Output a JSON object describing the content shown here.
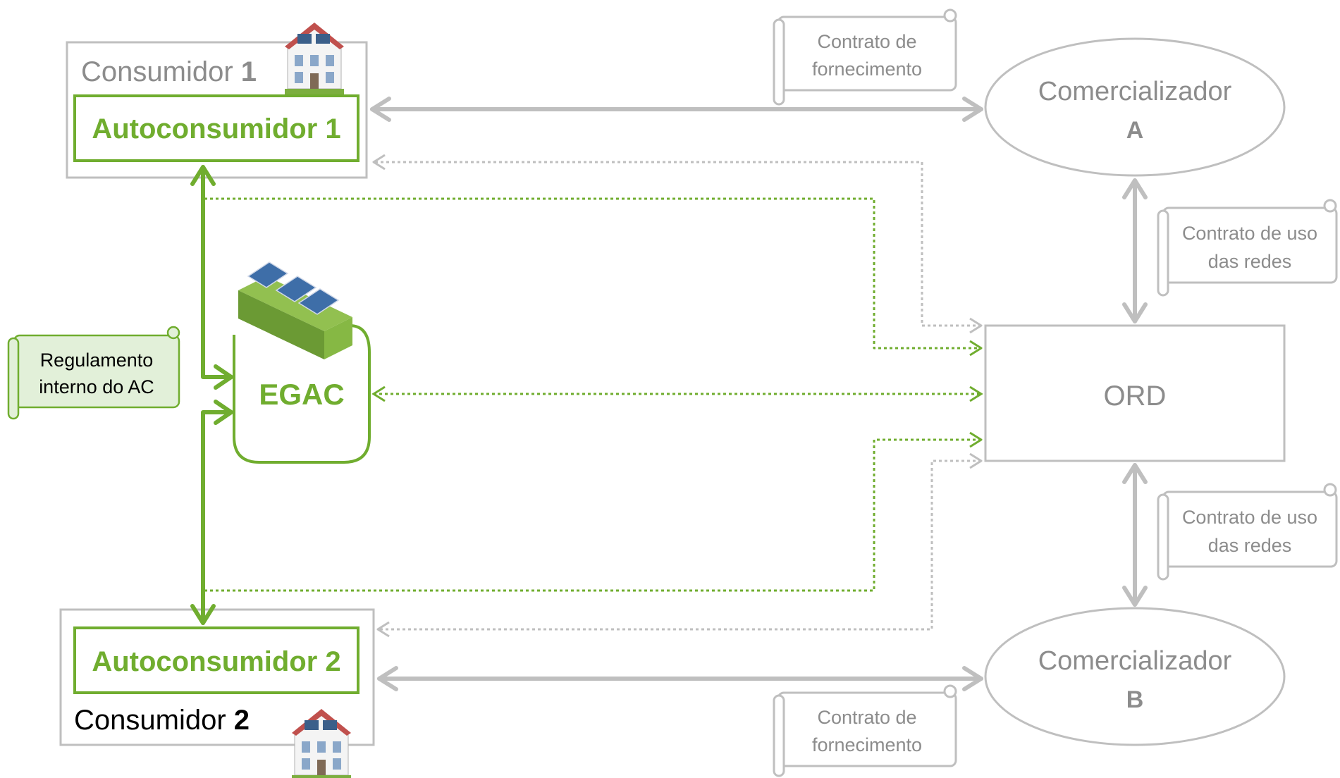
{
  "consumer1": {
    "prefix": "Consumidor ",
    "number": "1"
  },
  "consumer2": {
    "prefix": "Consumidor ",
    "number": "2"
  },
  "self_consumer1": "Autoconsumidor 1",
  "self_consumer2": "Autoconsumidor 2",
  "egac": "EGAC",
  "ord": "ORD",
  "retailer_a": {
    "name": "Comercializador",
    "letter": "A"
  },
  "retailer_b": {
    "name": "Comercializador",
    "letter": "B"
  },
  "scroll_supply_top": [
    "Contrato de",
    "fornecimento"
  ],
  "scroll_supply_bottom": [
    "Contrato de",
    "fornecimento"
  ],
  "scroll_network_top": [
    "Contrato de uso",
    "das redes"
  ],
  "scroll_network_bottom": [
    "Contrato de uso",
    "das redes"
  ],
  "scroll_internal": [
    "Regulamento",
    "interno do AC"
  ],
  "colors": {
    "green": "#70ad2f",
    "grey": "#bfbfbf",
    "scroll_green_fill": "#e2f0d9",
    "text_grey": "#8c8c8c"
  }
}
